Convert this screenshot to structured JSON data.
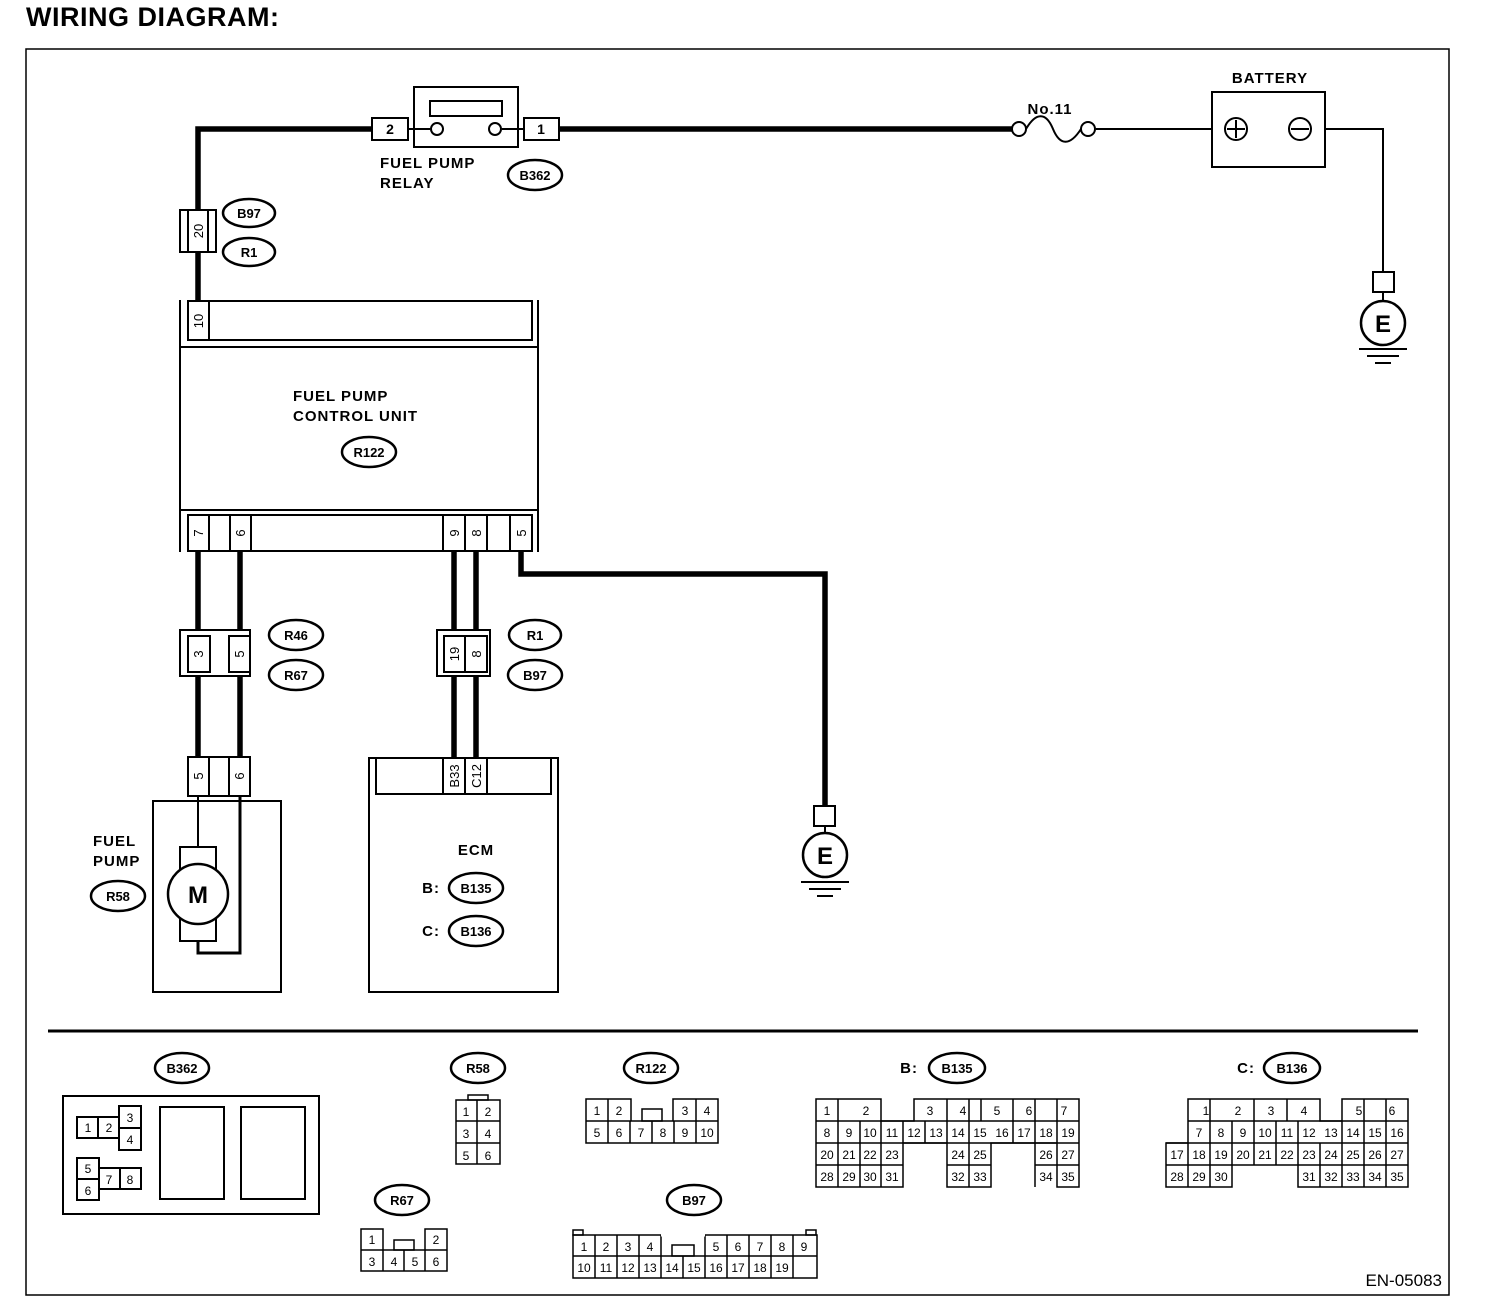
{
  "page": {
    "title": "WIRING DIAGRAM:",
    "figure_code": "EN-05083"
  },
  "components": {
    "fuel_pump_relay": {
      "name_line1": "FUEL PUMP",
      "name_line2": "RELAY",
      "connector": "B362",
      "pins": [
        "2",
        "1"
      ]
    },
    "fuse": {
      "name": "No.11"
    },
    "battery": {
      "name": "BATTERY",
      "terminals": [
        "+",
        "−"
      ]
    },
    "ground": {
      "symbol": "E"
    },
    "fpcu": {
      "name_line1": "FUEL PUMP",
      "name_line2": "CONTROL UNIT",
      "connector": "R122",
      "top_pin": "10",
      "bottom_pins": [
        "7",
        "6",
        "9",
        "8",
        "5"
      ]
    },
    "fuel_pump": {
      "name_line1": "FUEL",
      "name_line2": "PUMP",
      "connector": "R58",
      "pins": [
        "5",
        "6"
      ],
      "motor": "M"
    },
    "ecm": {
      "name": "ECM",
      "pins": [
        "B33",
        "C12"
      ],
      "conn_b_prefix": "B:",
      "conn_b": "B135",
      "conn_c_prefix": "C:",
      "conn_c": "B136"
    }
  },
  "junctions": {
    "j1": {
      "pin": "20",
      "labels": [
        "B97",
        "R1"
      ]
    },
    "j2": {
      "pins": [
        "3",
        "5"
      ],
      "labels": [
        "R46",
        "R67"
      ]
    },
    "j3": {
      "pins": [
        "19",
        "8"
      ],
      "labels": [
        "R1",
        "B97"
      ]
    }
  },
  "connector_views": {
    "b362": {
      "label": "B362",
      "cells": [
        "1",
        "2",
        "3",
        "4",
        "5",
        "6",
        "7",
        "8"
      ]
    },
    "r58": {
      "label": "R58",
      "cells": [
        "1",
        "2",
        "3",
        "4",
        "5",
        "6"
      ]
    },
    "r122": {
      "label": "R122",
      "cells": [
        "1",
        "2",
        "3",
        "4",
        "5",
        "6",
        "7",
        "8",
        "9",
        "10"
      ]
    },
    "b135": {
      "prefix": "B:",
      "label": "B135"
    },
    "b136": {
      "prefix": "C:",
      "label": "B136"
    },
    "r67": {
      "label": "R67",
      "cells": [
        "1",
        "2",
        "3",
        "4",
        "5",
        "6"
      ]
    },
    "b97": {
      "label": "B97"
    }
  }
}
